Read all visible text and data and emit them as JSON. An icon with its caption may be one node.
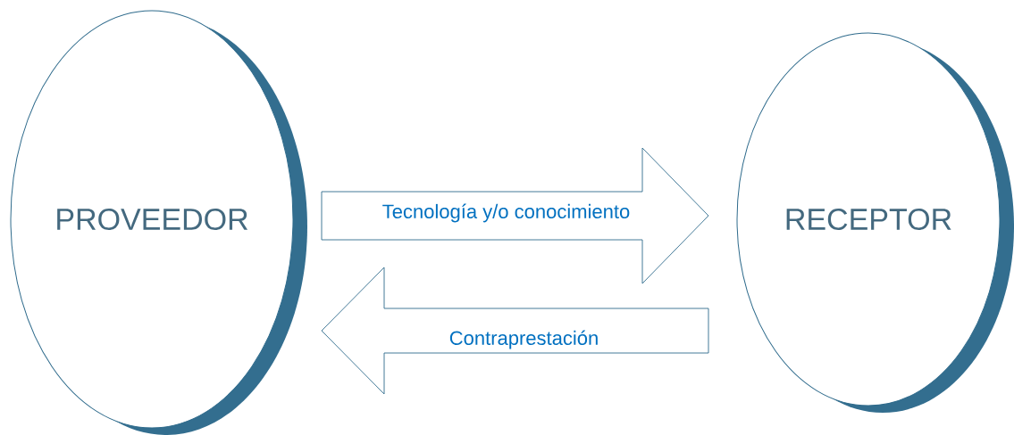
{
  "diagram": {
    "nodes": [
      {
        "text": [
          "PROVEEDOR"
        ]
      },
      {
        "text": [
          "RECEPTOR"
        ]
      }
    ],
    "edges": [
      {
        "from": 0,
        "to": 1,
        "arrow": "to",
        "label": "Tecnología y/o conocimiento"
      },
      {
        "from": 1,
        "to": 0,
        "arrow": "to",
        "label": "Contraprestación"
      }
    ]
  }
}
